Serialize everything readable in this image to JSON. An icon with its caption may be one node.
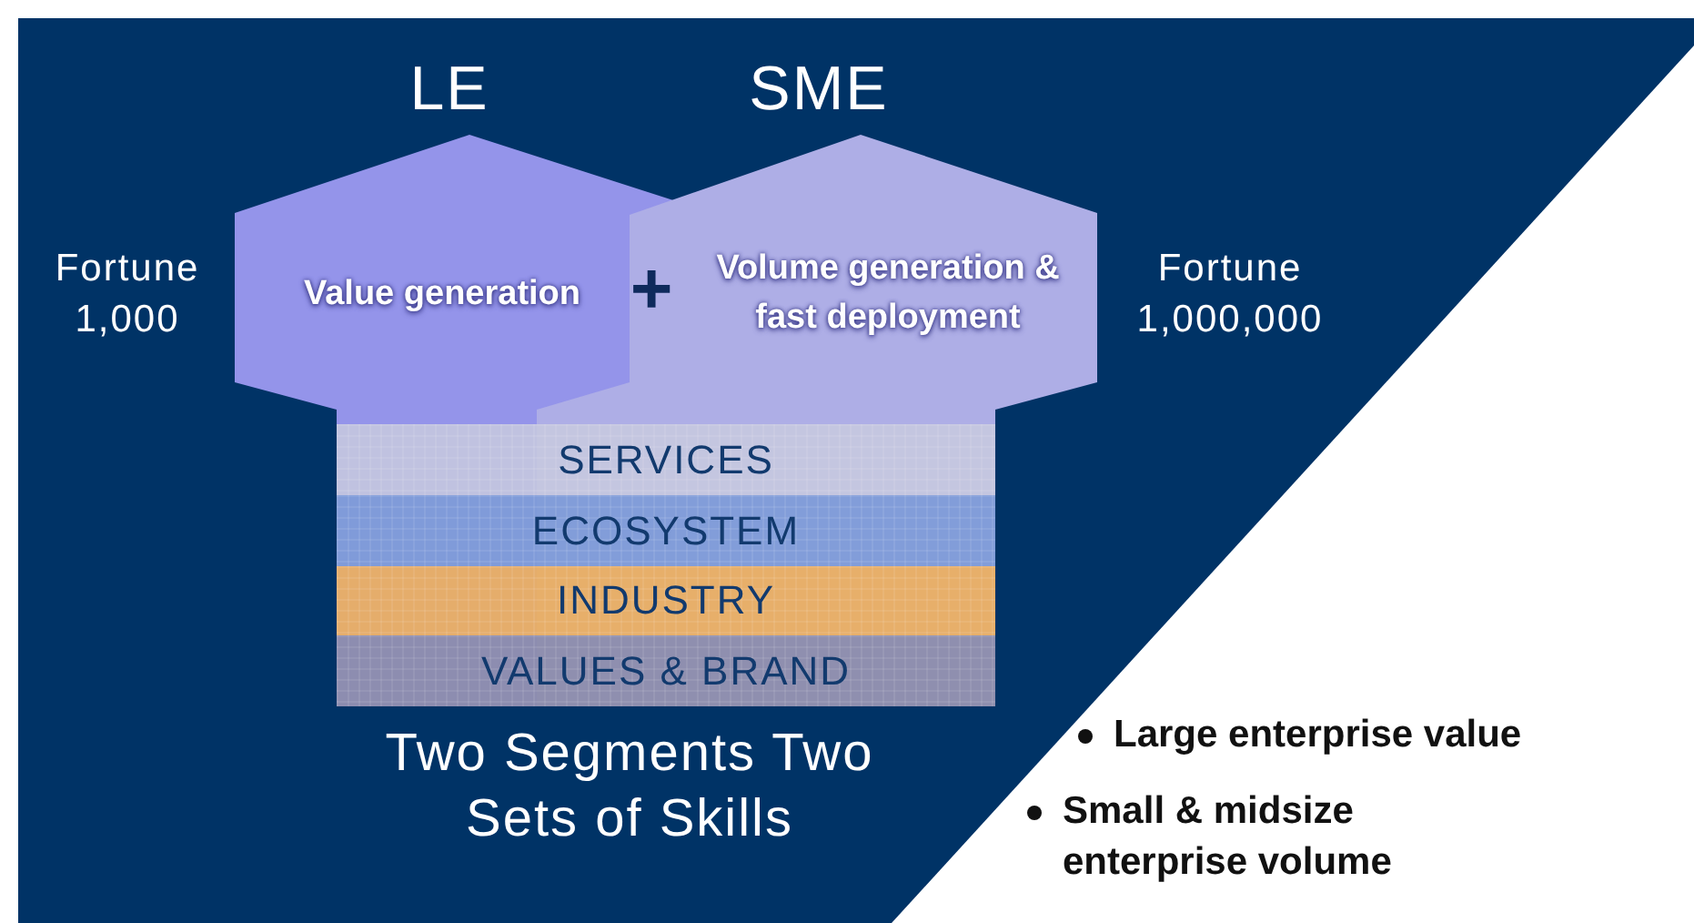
{
  "diagram": {
    "nodes": [
      {
        "text": [
          "LE",
          "Value generation"
        ]
      },
      {
        "text": [
          "SME",
          "Volume generation & fast deployment"
        ]
      },
      {
        "text": [
          "SERVICES"
        ]
      },
      {
        "text": [
          "ECOSYSTEM"
        ]
      },
      {
        "text": [
          "INDUSTRY"
        ]
      },
      {
        "text": [
          "VALUES & BRAND"
        ]
      }
    ],
    "labels": [
      "Fortune 1,000",
      "+",
      "Fortune 1,000,000",
      "Two Segments Two Sets of Skills",
      "Large enterprise value",
      "Small & midsize enterprise volume"
    ]
  }
}
